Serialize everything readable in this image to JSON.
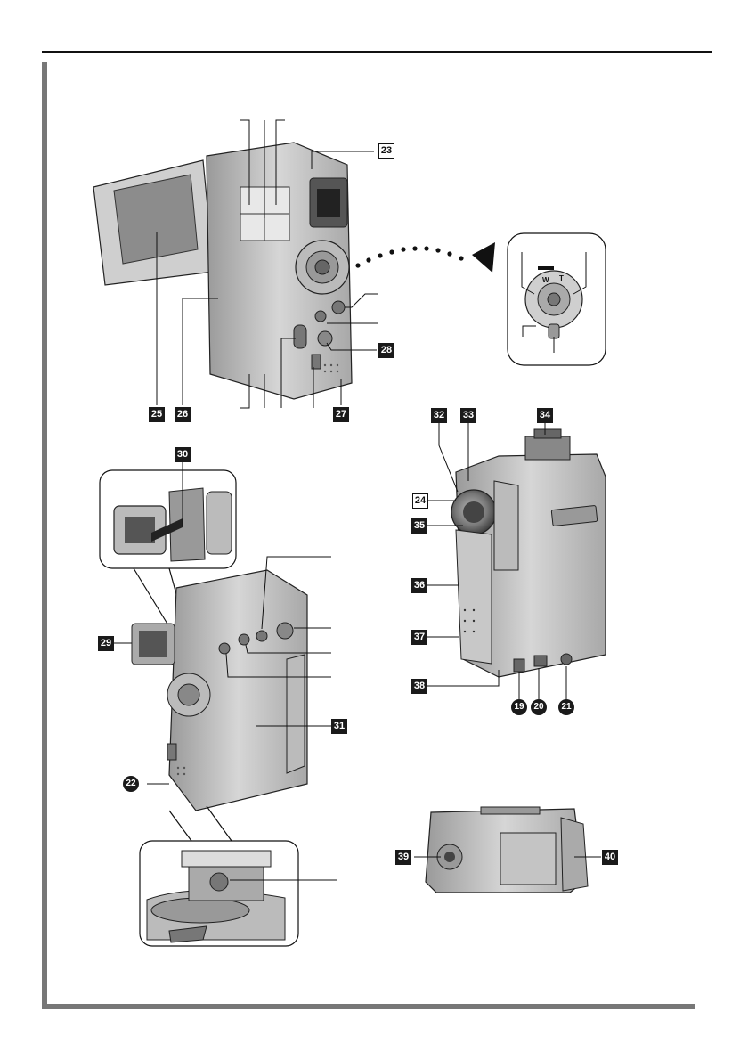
{
  "callouts": {
    "b19": "19",
    "b20": "20",
    "b21": "21",
    "b22": "22",
    "b23": "23",
    "b24": "24",
    "b25": "25",
    "b26": "26",
    "b27": "27",
    "b28": "28",
    "b29": "29",
    "b30": "30",
    "b31": "31",
    "b32": "32",
    "b33": "33",
    "b34": "34",
    "b35": "35",
    "b36": "36",
    "b37": "37",
    "b38": "38",
    "b39": "39",
    "b40": "40"
  },
  "dial_marks": {
    "w": "W",
    "t": "T"
  },
  "colors": {
    "frame": "#777777",
    "badge": "#1a1a1a",
    "body_light": "#d9d9d9",
    "body_mid": "#bdbdbd",
    "body_dark": "#8a8a8a"
  }
}
